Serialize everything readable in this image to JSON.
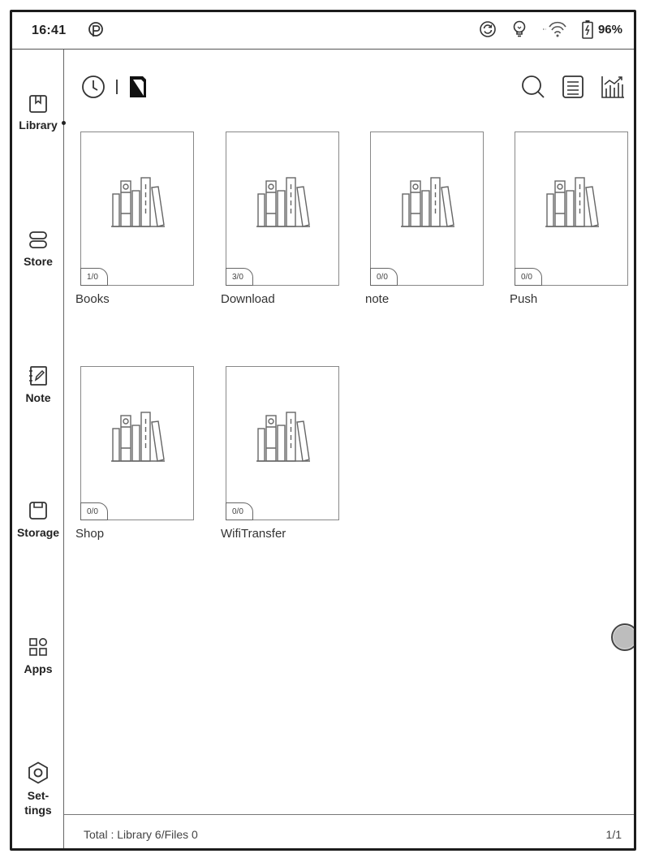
{
  "status": {
    "time": "16:41",
    "battery": "96%"
  },
  "sidebar": {
    "items": [
      {
        "label": "Library",
        "icon": "library-icon"
      },
      {
        "label": "Store",
        "icon": "store-icon"
      },
      {
        "label": "Note",
        "icon": "note-icon"
      },
      {
        "label": "Storage",
        "icon": "storage-icon"
      },
      {
        "label": "Apps",
        "icon": "apps-icon"
      },
      {
        "label": "Set-tings",
        "icon": "settings-icon"
      }
    ]
  },
  "folders": [
    {
      "name": "Books",
      "badge": "1/0"
    },
    {
      "name": "Download",
      "badge": "3/0"
    },
    {
      "name": "note",
      "badge": "0/0"
    },
    {
      "name": "Push",
      "badge": "0/0"
    },
    {
      "name": "Shop",
      "badge": "0/0"
    },
    {
      "name": "WifiTransfer",
      "badge": "0/0"
    }
  ],
  "footer": {
    "total": "Total :   Library 6/Files 0",
    "page": "1/1"
  }
}
